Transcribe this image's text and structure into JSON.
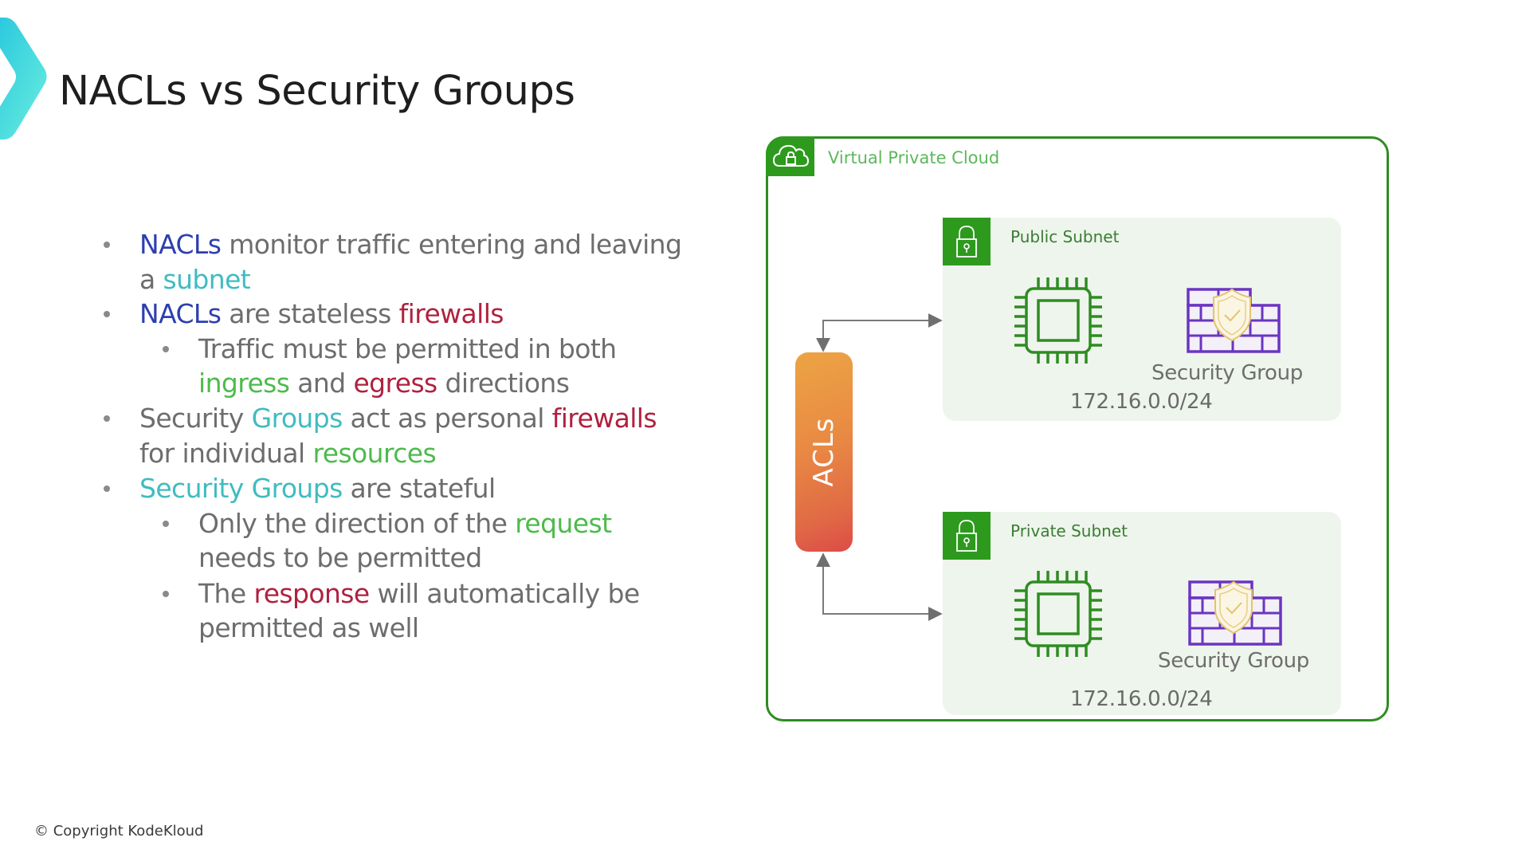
{
  "slide": {
    "title": "NACLs vs Security Groups",
    "footer": "© Copyright KodeKloud",
    "logo_icon": "kodekloud-chevron-logo"
  },
  "bullets": {
    "b1": {
      "line1": [
        {
          "text": "NACLs",
          "color": "blue"
        },
        {
          "text": " monitor traffic entering and leaving",
          "color": "gray"
        }
      ],
      "line2": [
        {
          "text": "a ",
          "color": "gray"
        },
        {
          "text": "subnet",
          "color": "teal"
        }
      ]
    },
    "b2": {
      "line1": [
        {
          "text": "NACLs",
          "color": "blue"
        },
        {
          "text": " are stateless ",
          "color": "gray"
        },
        {
          "text": "firewalls",
          "color": "red"
        }
      ]
    },
    "b2_sub1": {
      "line1": [
        {
          "text": "Traffic must be permitted in both",
          "color": "gray"
        }
      ],
      "line2": [
        {
          "text": "ingress",
          "color": "green"
        },
        {
          "text": " and ",
          "color": "gray"
        },
        {
          "text": "egress",
          "color": "red"
        },
        {
          "text": " directions",
          "color": "gray"
        }
      ]
    },
    "b3": {
      "line1": [
        {
          "text": "Security ",
          "color": "gray"
        },
        {
          "text": "Groups",
          "color": "teal"
        },
        {
          "text": " act as personal ",
          "color": "gray"
        },
        {
          "text": "firewalls",
          "color": "red"
        }
      ],
      "line2": [
        {
          "text": "for individual ",
          "color": "gray"
        },
        {
          "text": "resources",
          "color": "green"
        }
      ]
    },
    "b4": {
      "line1": [
        {
          "text": "Security Groups",
          "color": "teal"
        },
        {
          "text": " are stateful",
          "color": "gray"
        }
      ]
    },
    "b4_sub1": {
      "line1": [
        {
          "text": "Only the direction of the ",
          "color": "gray"
        },
        {
          "text": "request",
          "color": "green"
        }
      ],
      "line2": [
        {
          "text": "needs to be permitted",
          "color": "gray"
        }
      ]
    },
    "b4_sub2": {
      "line1": [
        {
          "text": "The ",
          "color": "gray"
        },
        {
          "text": "response",
          "color": "red"
        },
        {
          "text": " will automatically be",
          "color": "gray"
        }
      ],
      "line2": [
        {
          "text": "permitted as well",
          "color": "gray"
        }
      ]
    }
  },
  "colors": {
    "blue": "#2d3fae",
    "teal": "#3fbcc0",
    "red": "#b0213f",
    "green": "#4cbb4c",
    "gray": "#6d6d6d",
    "aws_green": "#2d9a1e",
    "sg_purple": "#6a35c2"
  },
  "diagram": {
    "vpc": {
      "label": "Virtual Private Cloud",
      "icon": "cloud-lock-icon"
    },
    "acl": {
      "label": "ACLs"
    },
    "public_subnet": {
      "label": "Public Subnet",
      "icon": "padlock-icon",
      "instance_icon": "ec2-chip-icon",
      "security_group_label": "Security Group",
      "security_group_icon": "firewall-shield-icon",
      "cidr": "172.16.0.0/24"
    },
    "private_subnet": {
      "label": "Private Subnet",
      "icon": "padlock-icon",
      "instance_icon": "ec2-chip-icon",
      "security_group_label": "Security Group",
      "security_group_icon": "firewall-shield-icon",
      "cidr": "172.16.0.0/24"
    }
  }
}
